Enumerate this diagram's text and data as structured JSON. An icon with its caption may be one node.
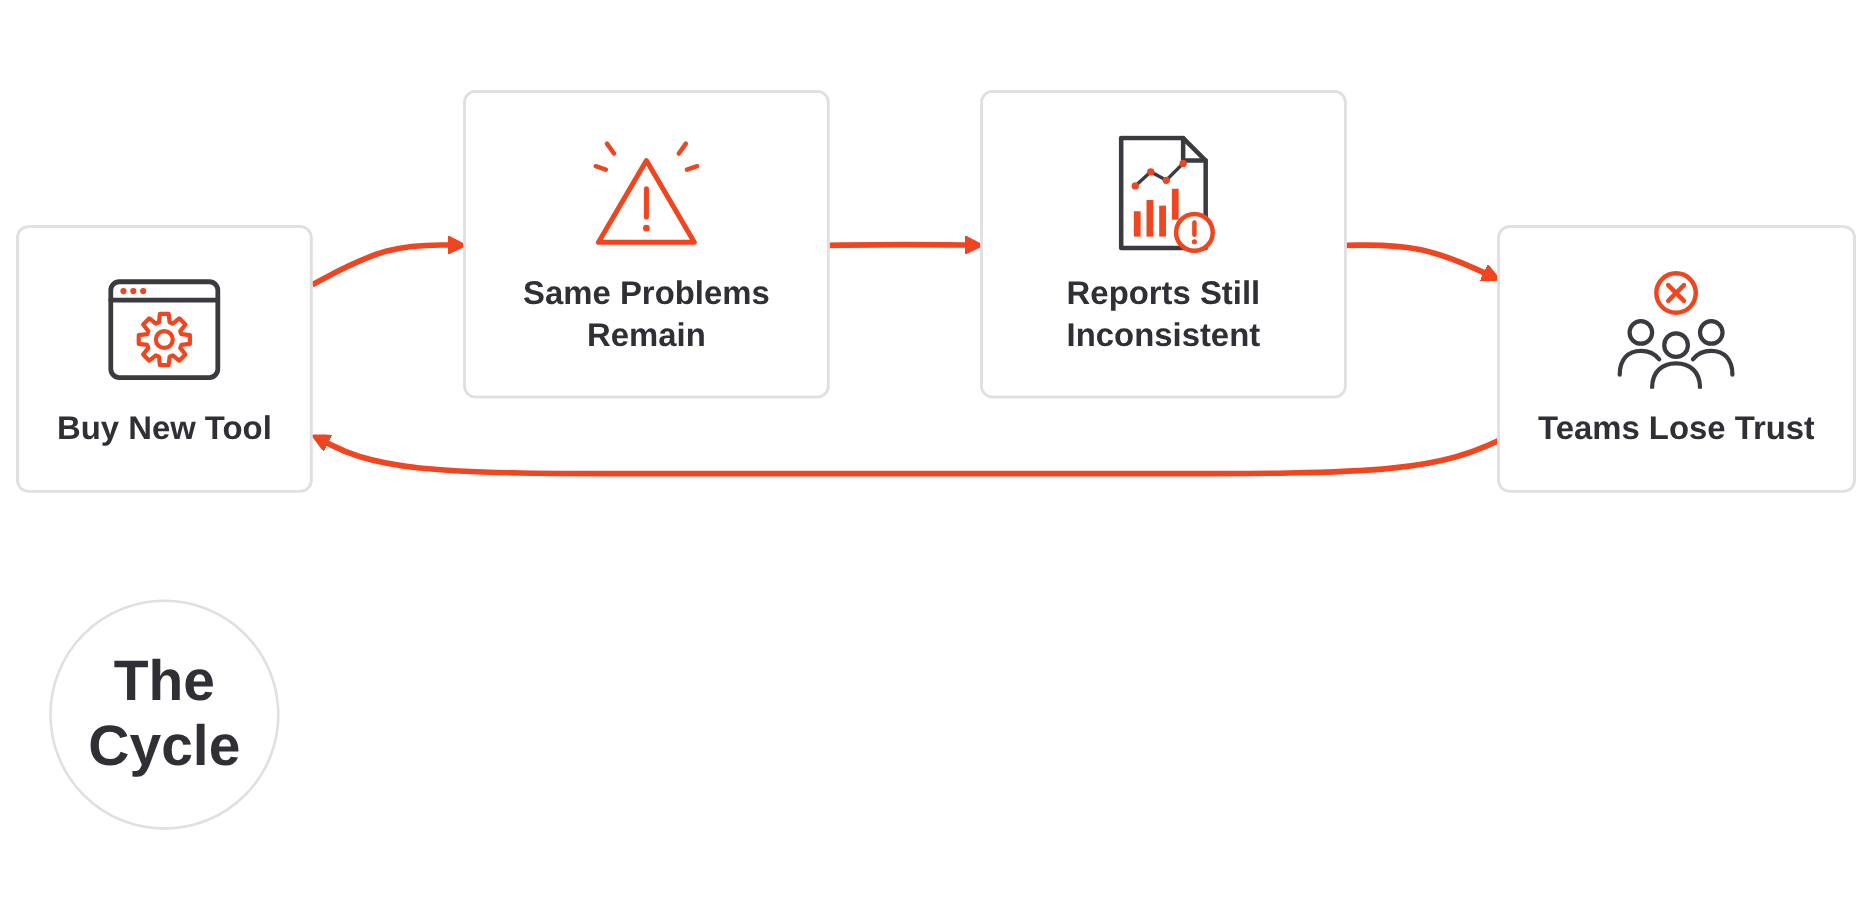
{
  "diagram": {
    "nodes": [
      {
        "text": [
          "Buy New Tool"
        ]
      },
      {
        "text": [
          "Teams Lose Trust"
        ]
      },
      {
        "text": [
          "The Cycle"
        ]
      },
      {
        "text": [
          "Same Problems Remain"
        ]
      },
      {
        "text": [
          "Reports Still Inconsistent"
        ]
      }
    ],
    "edges": [
      {
        "from": 0,
        "to": 3,
        "arrow": "to"
      },
      {
        "from": 3,
        "to": 4,
        "arrow": "to"
      },
      {
        "from": 4,
        "to": 1,
        "arrow": "to"
      },
      {
        "from": 1,
        "to": 0,
        "arrow": "to"
      }
    ]
  }
}
